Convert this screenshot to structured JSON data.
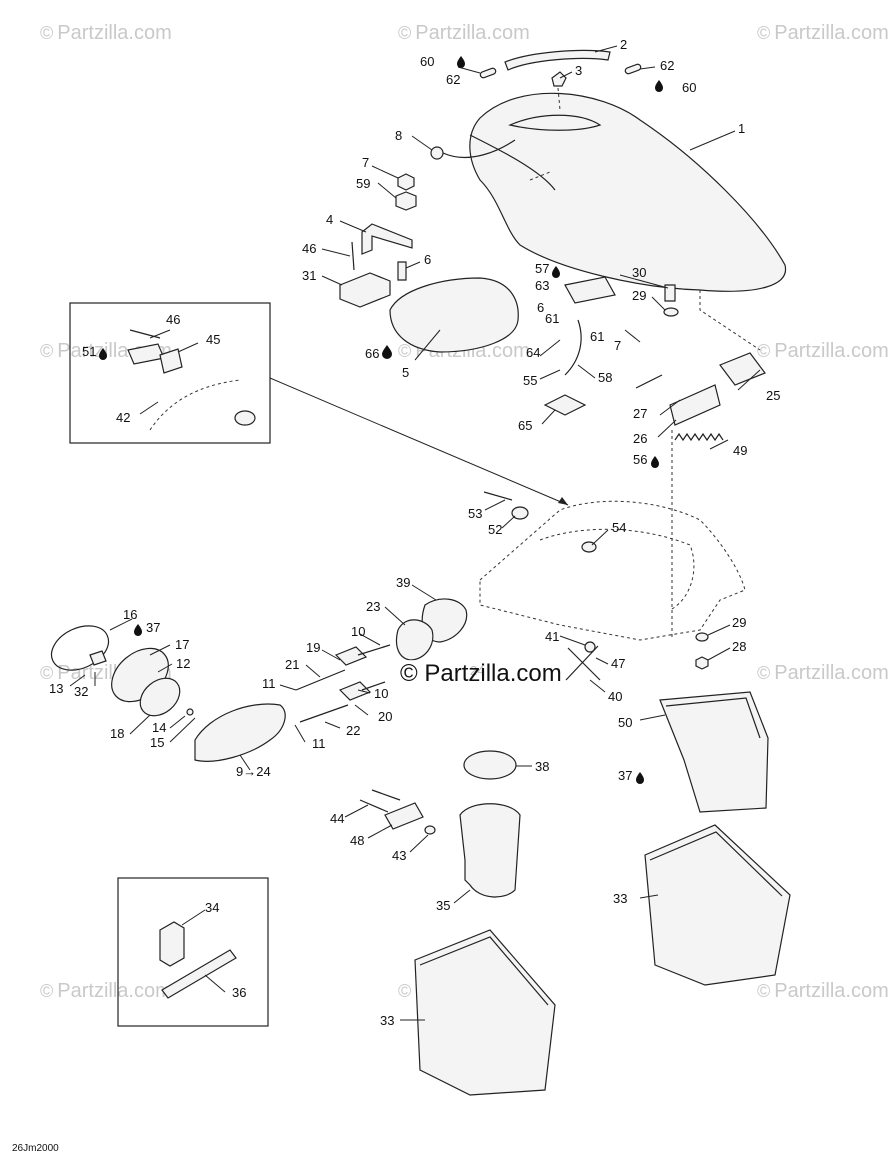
{
  "watermarks": {
    "text": "Partzilla.com",
    "center_text": "Partzilla.com",
    "copyright_symbol": "©"
  },
  "diagram_code": "26Jm2000",
  "drop_icon": "oil-drop-icon",
  "labels": [
    {
      "id": "l1",
      "text": "1"
    },
    {
      "id": "l2",
      "text": "2"
    },
    {
      "id": "l3",
      "text": "3"
    },
    {
      "id": "l60a",
      "text": "60"
    },
    {
      "id": "l62a",
      "text": "62"
    },
    {
      "id": "l62b",
      "text": "62"
    },
    {
      "id": "l60b",
      "text": "60"
    },
    {
      "id": "l8",
      "text": "8"
    },
    {
      "id": "l7a",
      "text": "7"
    },
    {
      "id": "l59",
      "text": "59"
    },
    {
      "id": "l4",
      "text": "4"
    },
    {
      "id": "l46a",
      "text": "46"
    },
    {
      "id": "l31",
      "text": "31"
    },
    {
      "id": "l6a",
      "text": "6"
    },
    {
      "id": "l66",
      "text": "66"
    },
    {
      "id": "l5",
      "text": "5"
    },
    {
      "id": "l57",
      "text": "57"
    },
    {
      "id": "l63",
      "text": "63"
    },
    {
      "id": "l6b",
      "text": "6"
    },
    {
      "id": "l61a",
      "text": "61"
    },
    {
      "id": "l61b",
      "text": "61"
    },
    {
      "id": "l7b",
      "text": "7"
    },
    {
      "id": "l64",
      "text": "64"
    },
    {
      "id": "l55",
      "text": "55"
    },
    {
      "id": "l58",
      "text": "58"
    },
    {
      "id": "l65",
      "text": "65"
    },
    {
      "id": "l30",
      "text": "30"
    },
    {
      "id": "l29a",
      "text": "29"
    },
    {
      "id": "l25",
      "text": "25"
    },
    {
      "id": "l27",
      "text": "27"
    },
    {
      "id": "l26",
      "text": "26"
    },
    {
      "id": "l56",
      "text": "56"
    },
    {
      "id": "l49",
      "text": "49"
    },
    {
      "id": "l46b",
      "text": "46"
    },
    {
      "id": "l45",
      "text": "45"
    },
    {
      "id": "l51",
      "text": "51"
    },
    {
      "id": "l42",
      "text": "42"
    },
    {
      "id": "l53",
      "text": "53"
    },
    {
      "id": "l52",
      "text": "52"
    },
    {
      "id": "l54",
      "text": "54"
    },
    {
      "id": "l39",
      "text": "39"
    },
    {
      "id": "l23",
      "text": "23"
    },
    {
      "id": "l10a",
      "text": "10"
    },
    {
      "id": "l24",
      "text": "24"
    },
    {
      "id": "l19",
      "text": "19"
    },
    {
      "id": "l21",
      "text": "21"
    },
    {
      "id": "l11a",
      "text": "11"
    },
    {
      "id": "l10b",
      "text": "10"
    },
    {
      "id": "l20",
      "text": "20"
    },
    {
      "id": "l22",
      "text": "22"
    },
    {
      "id": "l11b",
      "text": "11"
    },
    {
      "id": "l16",
      "text": "16"
    },
    {
      "id": "l37a",
      "text": "37"
    },
    {
      "id": "l17",
      "text": "17"
    },
    {
      "id": "l12",
      "text": "12"
    },
    {
      "id": "l13",
      "text": "13"
    },
    {
      "id": "l32",
      "text": "32"
    },
    {
      "id": "l18",
      "text": "18"
    },
    {
      "id": "l14",
      "text": "14"
    },
    {
      "id": "l15",
      "text": "15"
    },
    {
      "id": "l9",
      "text": "9→24"
    },
    {
      "id": "l29b",
      "text": "29"
    },
    {
      "id": "l28",
      "text": "28"
    },
    {
      "id": "l41",
      "text": "41"
    },
    {
      "id": "l47",
      "text": "47"
    },
    {
      "id": "l40",
      "text": "40"
    },
    {
      "id": "l50",
      "text": "50"
    },
    {
      "id": "l37b",
      "text": "37"
    },
    {
      "id": "l38",
      "text": "38"
    },
    {
      "id": "l44",
      "text": "44"
    },
    {
      "id": "l48",
      "text": "48"
    },
    {
      "id": "l43",
      "text": "43"
    },
    {
      "id": "l35",
      "text": "35"
    },
    {
      "id": "l33a",
      "text": "33"
    },
    {
      "id": "l33b",
      "text": "33"
    },
    {
      "id": "l34",
      "text": "34"
    },
    {
      "id": "l36",
      "text": "36"
    }
  ]
}
